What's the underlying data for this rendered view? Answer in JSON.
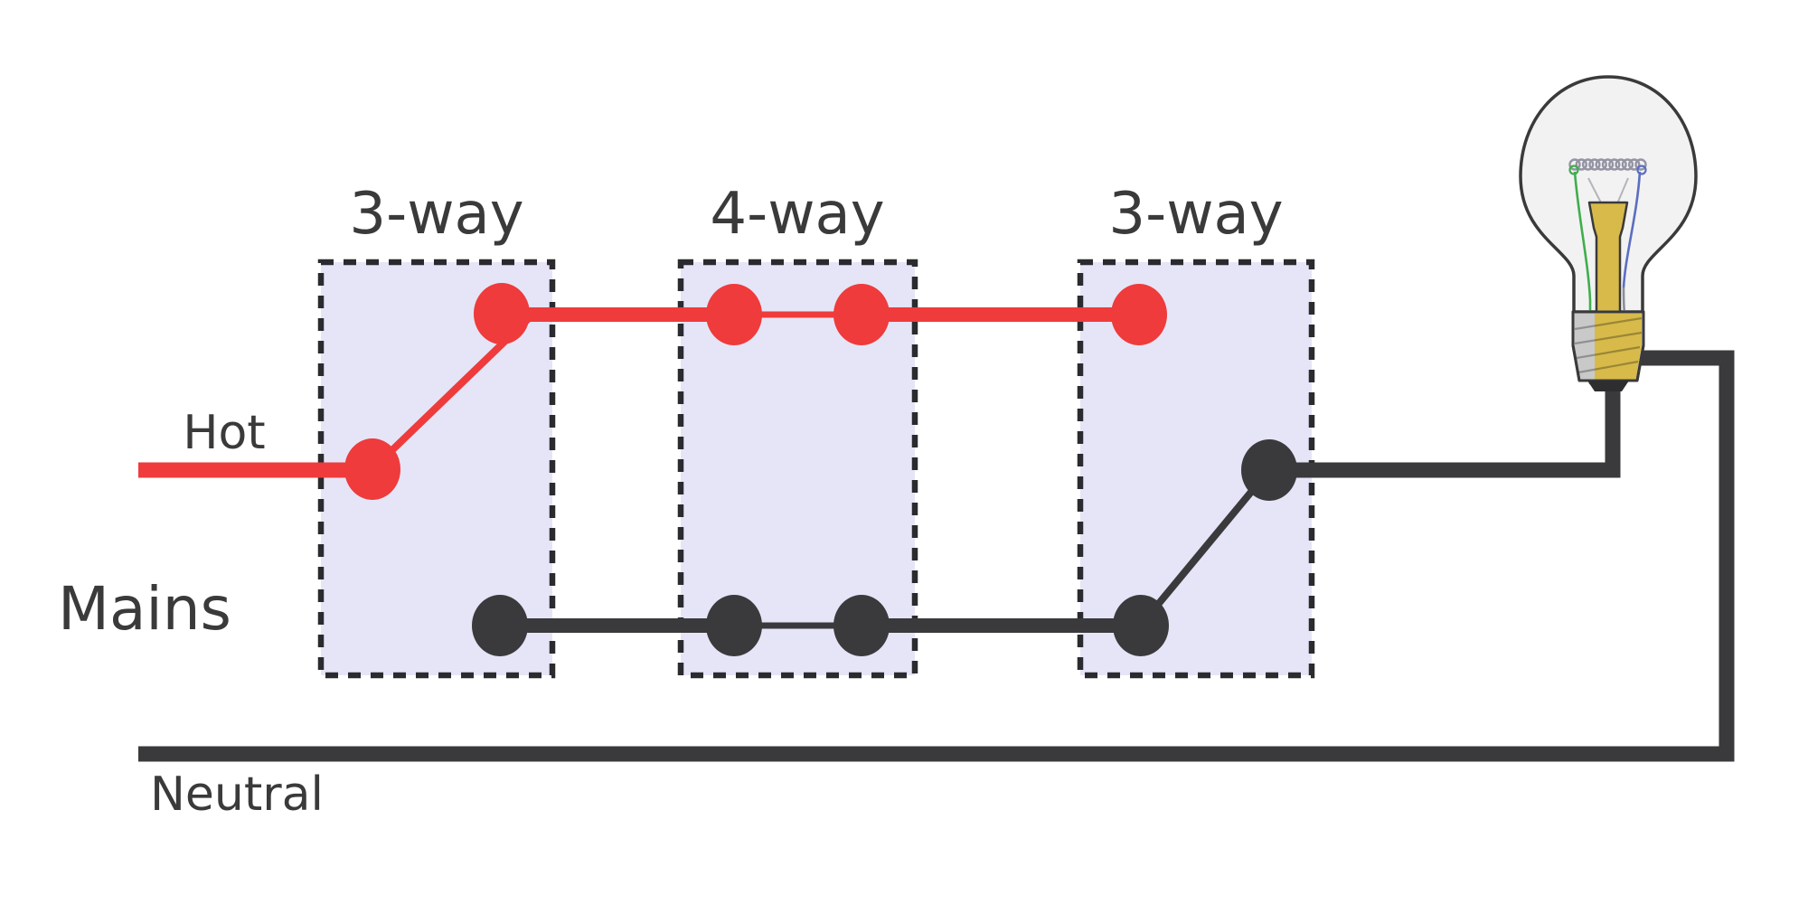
{
  "diagram": {
    "kind": "multiway-switch-wiring-diagram",
    "labels": {
      "mains": "Mains",
      "hot": "Hot",
      "neutral": "Neutral"
    },
    "switches": [
      {
        "label": "3-way"
      },
      {
        "label": "4-way"
      },
      {
        "label": "3-way"
      }
    ],
    "load": {
      "name": "incandescent-light-bulb"
    },
    "colors": {
      "hot_red": "#ef3b3b",
      "wire_dark": "#3a3a3c",
      "box_fill": "#e5e5f7",
      "box_border": "#2a2b2f",
      "text_color": "#3a3a3a",
      "outline_dark": "#3a3a3a",
      "bulb_glass": "#f2f2f3",
      "bulb_brass": "#d7ba4a",
      "bulb_base_gray": "#c9c9c9",
      "bulb_contact": "#2e2e30",
      "wire_green": "#3fae4c",
      "wire_blue": "#5b6ec0",
      "filament_gray": "#9494a3"
    }
  }
}
